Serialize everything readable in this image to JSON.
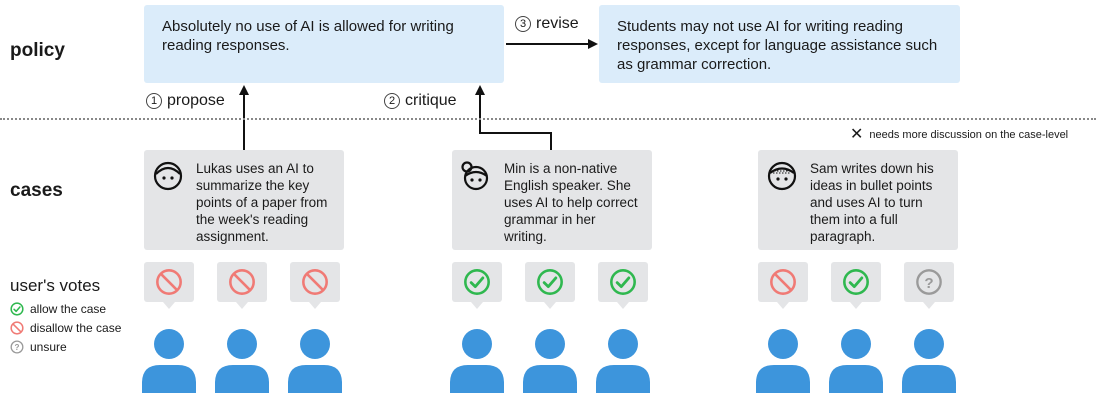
{
  "rows": {
    "policy": "policy",
    "cases": "cases"
  },
  "policy": {
    "original": "Absolutely no use of AI is allowed for writing reading responses.",
    "revised": "Students may not use AI for writing reading responses, except for language assistance such as grammar correction."
  },
  "steps": [
    {
      "num": "1",
      "label": "propose"
    },
    {
      "num": "2",
      "label": "critique"
    },
    {
      "num": "3",
      "label": "revise"
    }
  ],
  "note": "needs more discussion on the case-level",
  "cases": [
    {
      "text": "Lukas uses an AI to summarize the key points of a paper from the week's reading assignment.",
      "avatar": "boy-face-icon",
      "votes": [
        "disallow",
        "disallow",
        "disallow"
      ]
    },
    {
      "text": "Min is a non-native English speaker. She uses AI to help correct grammar in her writing.",
      "avatar": "girl-face-icon",
      "votes": [
        "allow",
        "allow",
        "allow"
      ]
    },
    {
      "text": "Sam writes down his ideas in bullet points and uses AI to turn them into a full paragraph.",
      "avatar": "man-face-icon",
      "votes": [
        "disallow",
        "allow",
        "unsure"
      ]
    }
  ],
  "legend": {
    "title": "user's votes",
    "allow": "allow the case",
    "disallow": "disallow the case",
    "unsure": "unsure"
  },
  "colors": {
    "allow": "#2fb84f",
    "disallow": "#f07a75",
    "unsure": "#9a9a9a",
    "person": "#3d95dc",
    "policy_box": "#dbecfa",
    "card": "#e4e5e7"
  }
}
